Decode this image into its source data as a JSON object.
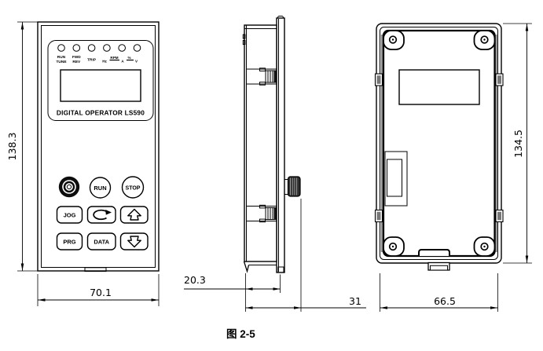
{
  "figure": {
    "caption": "图 2-5"
  },
  "front_view": {
    "title": "DIGITAL OPERATOR LS590",
    "led_labels": {
      "run": "RUN",
      "tune": "TUNE",
      "fwd": "FWD",
      "rev": "REV",
      "trip": "TRIP"
    },
    "unit_labels": {
      "hz": "Hz",
      "rpm": "RPM",
      "amp": "A",
      "pct": "%",
      "volt": "V"
    },
    "buttons": {
      "run": "RUN",
      "stop": "STOP",
      "jog": "JOG",
      "prg": "PRG",
      "data": "DATA"
    }
  },
  "dimensions": {
    "front_height_mm": "138.3",
    "front_width_mm": "70.1",
    "side_body_depth_mm": "20.3",
    "side_total_depth_mm": "31",
    "back_width_mm": "66.5",
    "back_height_mm": "134.5"
  }
}
